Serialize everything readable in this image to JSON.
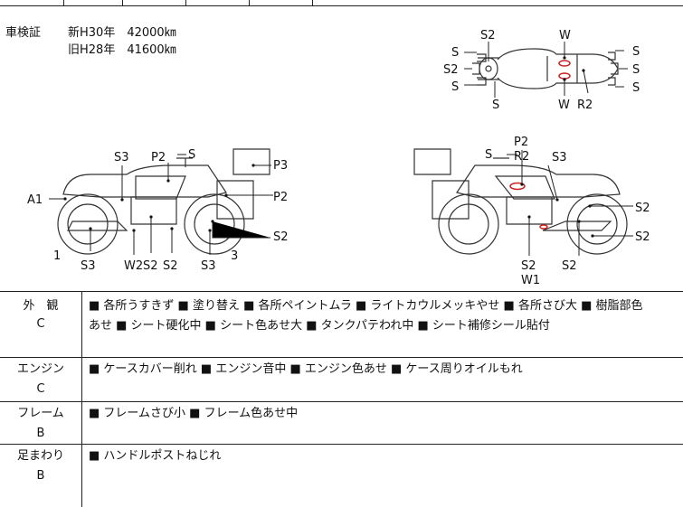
{
  "inspection": {
    "label": "車検証",
    "new_text": "新H30年　42000㎞",
    "old_text": "旧H28年　41600㎞"
  },
  "diagram_labels": {
    "top": {
      "s_left_1": "S",
      "s2_top": "S2",
      "s_left_2": "S2",
      "s_left_3": "S",
      "s_bottom": "S",
      "w_top": "W",
      "w_bottom": "W",
      "r2": "R2",
      "s_right_1": "S",
      "s_right_2": "S",
      "s_right_3": "S"
    },
    "left": {
      "s3_top": "S3",
      "p2_top": "P2",
      "s_top": "S",
      "p3": "P3",
      "a1": "A1",
      "p2_right": "P2",
      "s2_right": "S2",
      "n1": "1",
      "s3_bottom": "S3",
      "w2": "W2",
      "s2_a": "S2",
      "s2_b": "S2",
      "s3_bottom2": "S3",
      "n3": "3"
    },
    "right": {
      "s_top": "S",
      "p2": "P2",
      "r2": "R2",
      "s3": "S3",
      "s2_r1": "S2",
      "s2_r2": "S2",
      "s2_b1": "S2",
      "s2_b2": "S2",
      "w1": "W1"
    }
  },
  "sections": [
    {
      "title": "外　観",
      "grade": "C",
      "line1": "■ 各所うすきず ■ 塗り替え ■ 各所ペイントムラ ■ ライトカウルメッキやせ ■ 各所さび大 ■ 樹脂部色",
      "line2": "あせ ■ シート硬化中 ■ シート色あせ大 ■ タンクパテわれ中 ■ シート補修シール貼付"
    },
    {
      "title": "エンジン",
      "grade": "C",
      "line1": "■ ケースカバー削れ ■ エンジン音中 ■ エンジン色あせ ■ ケース周りオイルもれ",
      "line2": ""
    },
    {
      "title": "フレーム",
      "grade": "B",
      "line1": "■ フレームさび小 ■ フレーム色あせ中",
      "line2": ""
    },
    {
      "title": "足まわり",
      "grade": "B",
      "line1": "■ ハンドルポストねじれ",
      "line2": ""
    }
  ],
  "colors": {
    "line": "#222222",
    "marker": "#cc1f1f"
  }
}
